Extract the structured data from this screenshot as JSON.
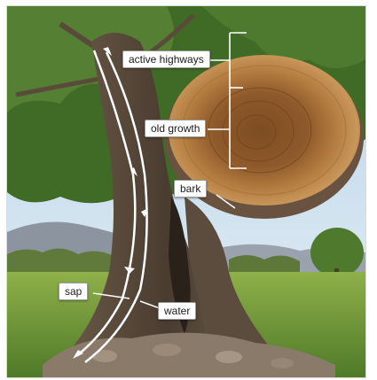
{
  "labels": {
    "active_highways": "active highways",
    "old_growth": "old growth",
    "bark": "bark",
    "sap": "sap",
    "water": "water"
  },
  "colors": {
    "sky": "#cfe2f2",
    "grass": "#6f9a3a",
    "bark": "#5a4a3a",
    "heartwood": "#8a5a2c",
    "sapwood": "#c9995d",
    "arrows": "#ffffff"
  }
}
